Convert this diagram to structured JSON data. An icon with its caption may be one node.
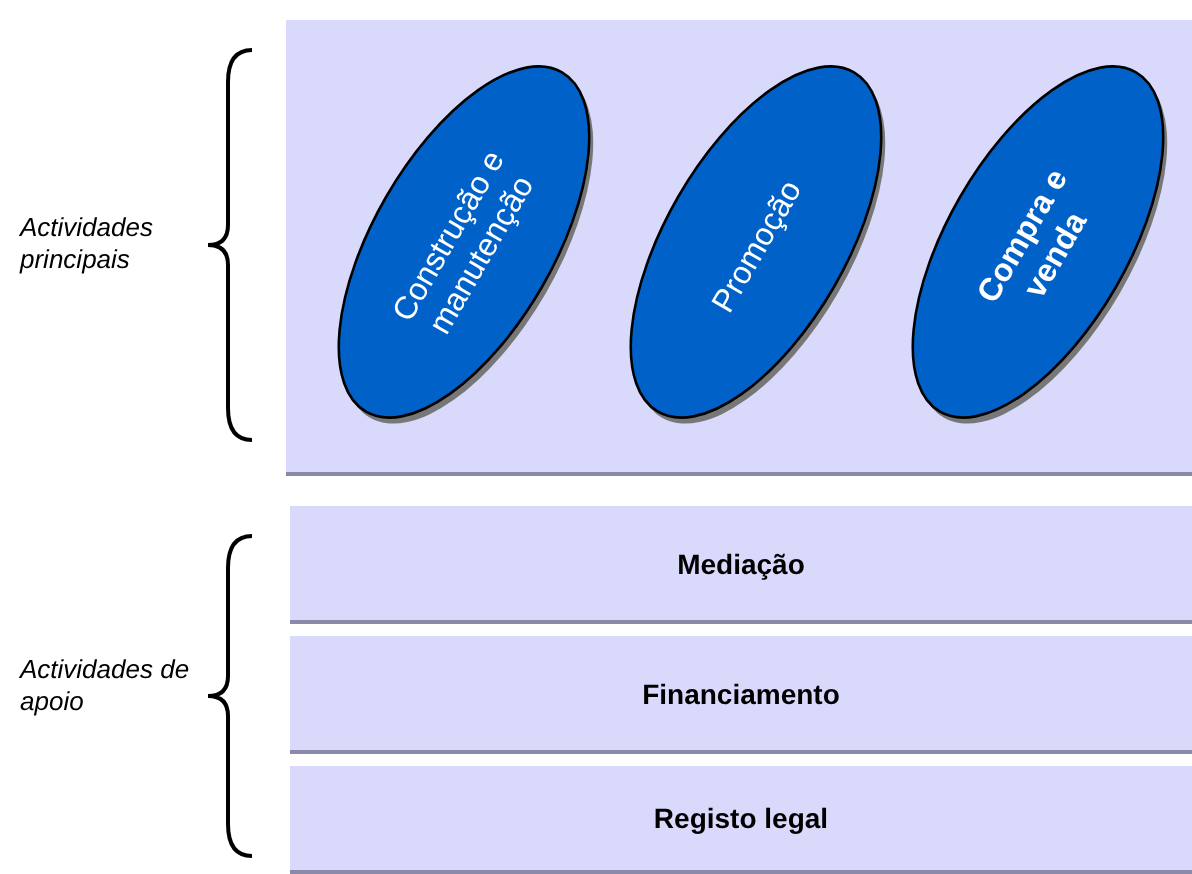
{
  "diagram": {
    "nodes": [
      {
        "text": [],
        "shape": "box"
      },
      {
        "text": [
          "Construção e manutenção"
        ],
        "in": 0
      },
      {
        "text": [
          "Promoção"
        ],
        "in": 0
      },
      {
        "text": [
          "Compra e venda"
        ],
        "in": 0
      },
      {
        "text": [
          "Mediação"
        ]
      },
      {
        "text": [
          "Financiamento"
        ]
      },
      {
        "text": [
          "Registo legal"
        ]
      }
    ],
    "edges": [],
    "labels": [
      "Actividades principais",
      "Actividades de apoio"
    ]
  }
}
